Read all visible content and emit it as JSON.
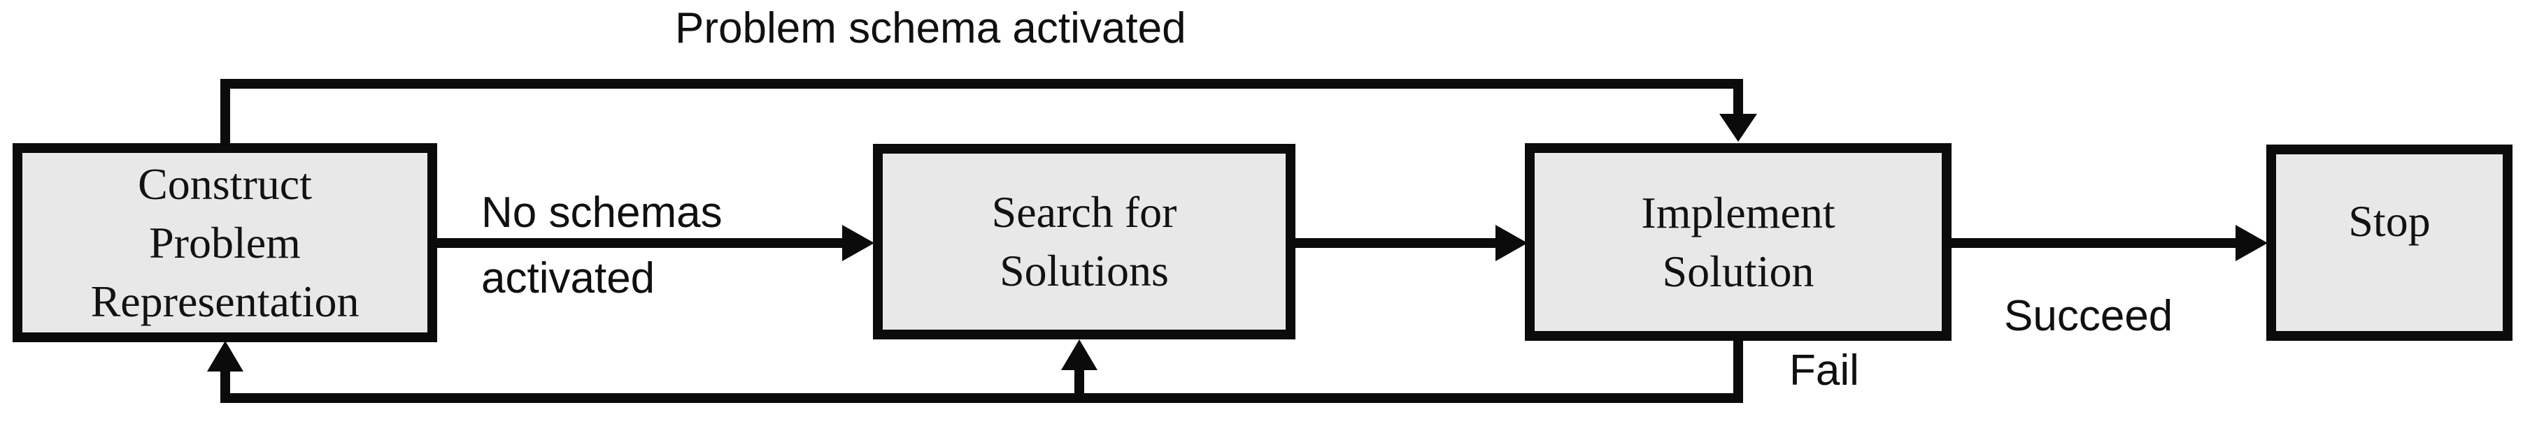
{
  "diagram": {
    "type": "flowchart",
    "nodes": [
      {
        "id": "construct",
        "label": "Construct\nProblem\nRepresentation"
      },
      {
        "id": "search",
        "label": "Search for\nSolutions"
      },
      {
        "id": "implement",
        "label": "Implement\nSolution"
      },
      {
        "id": "stop",
        "label": "Stop"
      }
    ],
    "edges": [
      {
        "from": "construct",
        "to": "implement",
        "label": "Problem schema activated",
        "route": "top-feedback"
      },
      {
        "from": "construct",
        "to": "search",
        "label": "No schemas\nactivated",
        "route": "direct"
      },
      {
        "from": "search",
        "to": "implement",
        "label": "",
        "route": "direct"
      },
      {
        "from": "implement",
        "to": "stop",
        "label": "Succeed",
        "route": "direct"
      },
      {
        "from": "implement",
        "to": "search",
        "label": "Fail",
        "route": "bottom-feedback"
      },
      {
        "from": "implement",
        "to": "construct",
        "label": "Fail",
        "route": "bottom-feedback"
      }
    ],
    "edge_labels": {
      "problem_schema_activated": "Problem schema activated",
      "no_schemas_activated": "No schemas\nactivated",
      "succeed": "Succeed",
      "fail": "Fail"
    },
    "colors": {
      "background": "#ffffff",
      "node_fill": "#e8e8e8",
      "ink": "#0b0b0b"
    }
  }
}
